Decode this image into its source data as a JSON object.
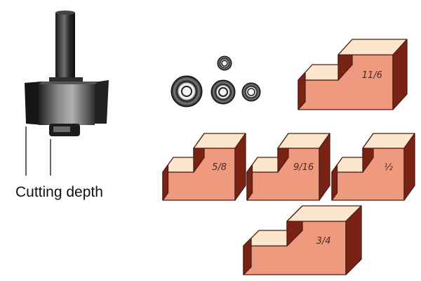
{
  "caption": "Cutting depth",
  "colors": {
    "front_face": "#ef9a7e",
    "top_face": "#fde7cc",
    "dark_face": "#7a2314",
    "outline": "#4a1e14",
    "bit_metal": "#3a3a3a"
  },
  "steps": [
    {
      "label": "11/6"
    },
    {
      "label": "5/8"
    },
    {
      "label": "9/16"
    },
    {
      "label": "½"
    },
    {
      "label": "3/4"
    }
  ],
  "bearings": [
    {
      "name": "large-bearing"
    },
    {
      "name": "small-bearing-top"
    },
    {
      "name": "medium-bearing"
    },
    {
      "name": "small-bearing-right"
    }
  ]
}
